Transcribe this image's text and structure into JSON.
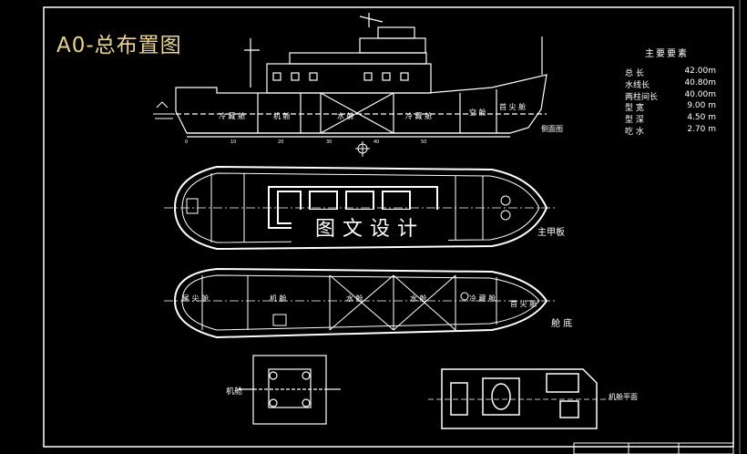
{
  "title": "A0-总布置图",
  "watermark": "图文设计",
  "specs": {
    "heading": "主要要素",
    "rows": [
      {
        "label": "总 长",
        "value": "42.00m"
      },
      {
        "label": "水线长",
        "value": "40.80m"
      },
      {
        "label": "两柱间长",
        "value": "40.00m"
      },
      {
        "label": "型 宽",
        "value": "9.00 m"
      },
      {
        "label": "型 深",
        "value": "4.50 m"
      },
      {
        "label": "吃 水",
        "value": "2.70 m"
      }
    ]
  },
  "labels": {
    "side_view": "侧面图",
    "main_deck": "主甲板",
    "hold": "舱 底",
    "engine_room": "机舱",
    "engine_room_plan": "机舱平面",
    "rooms": [
      "机 舱",
      "空 舱",
      "水 舱",
      "冷 藏 舱",
      "首 尖 舱",
      "尾 尖 舱",
      "冷 藏 舱"
    ]
  },
  "colors": {
    "background": "#000000",
    "lines": "#ffffff",
    "title": "#e8d48c"
  }
}
